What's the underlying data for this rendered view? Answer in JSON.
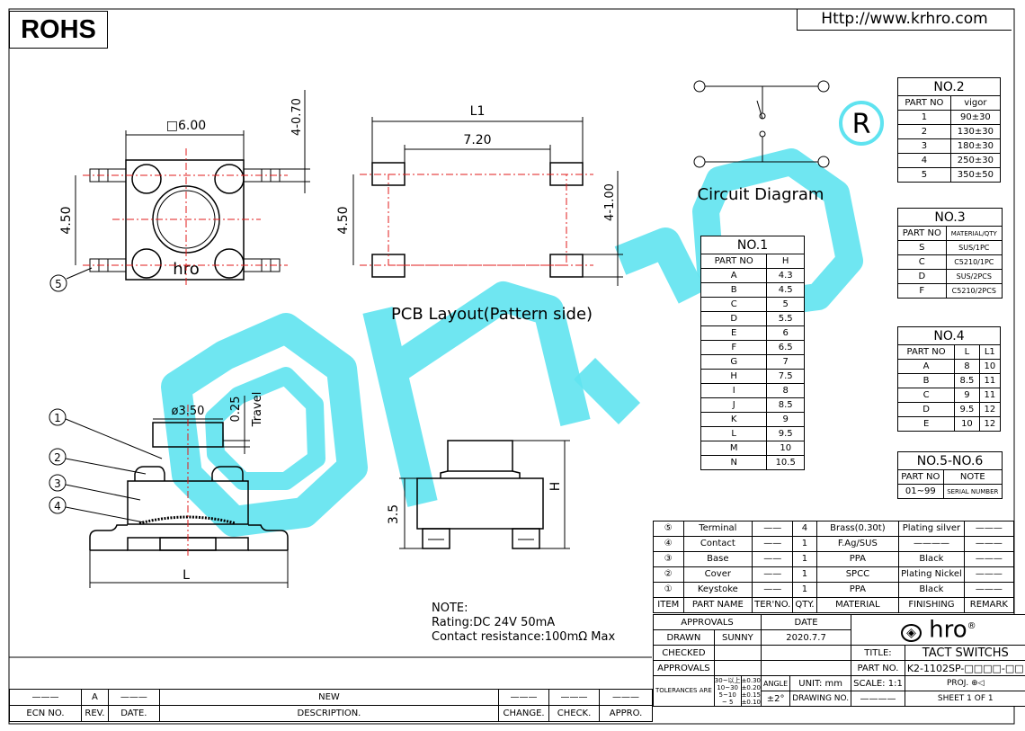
{
  "header": {
    "rohs": "ROHS",
    "url": "Http://www.krhro.com"
  },
  "dims": {
    "square": "□6.00",
    "h_070": "4-0.70",
    "w_450": "4.50",
    "w_450b": "4.50",
    "l1": "L1",
    "pitch": "7.20",
    "h_100": "4-1.00",
    "dia": "ø3.50",
    "h_025": "0.25",
    "travel": "Travel",
    "h_35": "3.5",
    "h": "H",
    "l": "L",
    "callout5": "5",
    "callouts": [
      "1",
      "2",
      "3",
      "4"
    ]
  },
  "captions": {
    "pcb": "PCB Layout(Pattern side)",
    "circuit": "Circuit Diagram",
    "logo_text": "hro",
    "reg": "®"
  },
  "note": {
    "title": "NOTE:",
    "rating": "Rating:DC 24V 50mA",
    "resistance": "Contact resistance:100mΩ Max"
  },
  "no1": {
    "title": "NO.1",
    "headers": [
      "PART NO",
      "H"
    ],
    "rows": [
      [
        "A",
        "4.3"
      ],
      [
        "B",
        "4.5"
      ],
      [
        "C",
        "5"
      ],
      [
        "D",
        "5.5"
      ],
      [
        "E",
        "6"
      ],
      [
        "F",
        "6.5"
      ],
      [
        "G",
        "7"
      ],
      [
        "H",
        "7.5"
      ],
      [
        "I",
        "8"
      ],
      [
        "J",
        "8.5"
      ],
      [
        "K",
        "9"
      ],
      [
        "L",
        "9.5"
      ],
      [
        "M",
        "10"
      ],
      [
        "N",
        "10.5"
      ]
    ]
  },
  "no2": {
    "title": "NO.2",
    "headers": [
      "PART NO",
      "vigor"
    ],
    "rows": [
      [
        "1",
        "90±30"
      ],
      [
        "2",
        "130±30"
      ],
      [
        "3",
        "180±30"
      ],
      [
        "4",
        "250±30"
      ],
      [
        "5",
        "350±50"
      ]
    ]
  },
  "no3": {
    "title": "NO.3",
    "headers": [
      "PART NO",
      "MATERIAL/QTY"
    ],
    "rows": [
      [
        "S",
        "SUS/1PC"
      ],
      [
        "C",
        "C5210/1PC"
      ],
      [
        "D",
        "SUS/2PCS"
      ],
      [
        "F",
        "C5210/2PCS"
      ]
    ]
  },
  "no4": {
    "title": "NO.4",
    "headers": [
      "PART NO",
      "L",
      "L1"
    ],
    "rows": [
      [
        "A",
        "8",
        "10"
      ],
      [
        "B",
        "8.5",
        "11"
      ],
      [
        "C",
        "9",
        "11"
      ],
      [
        "D",
        "9.5",
        "12"
      ],
      [
        "E",
        "10",
        "12"
      ]
    ]
  },
  "no56": {
    "title": "NO.5-NO.6",
    "headers": [
      "PART NO",
      "NOTE"
    ],
    "rows": [
      [
        "01~99",
        "SERIAL NUMBER"
      ]
    ]
  },
  "bom": {
    "rows": [
      [
        "⑤",
        "Terminal",
        "——",
        "4",
        "Brass(0.30t)",
        "Plating silver",
        "———"
      ],
      [
        "④",
        "Contact",
        "——",
        "1",
        "F.Ag/SUS",
        "————",
        "———"
      ],
      [
        "③",
        "Base",
        "——",
        "1",
        "PPA",
        "Black",
        "———"
      ],
      [
        "②",
        "Cover",
        "——",
        "1",
        "SPCC",
        "Plating Nickel",
        "———"
      ],
      [
        "①",
        "Keystoke",
        "——",
        "1",
        "PPA",
        "Black",
        "———"
      ]
    ],
    "headers": [
      "ITEM",
      "PART NAME",
      "TER'NO.",
      "QTY.",
      "MATERIAL",
      "FINISHING",
      "REMARK"
    ]
  },
  "title_block": {
    "approvals": "APPROVALS",
    "date_h": "DATE",
    "drawn": "DRAWN",
    "drawn_by": "SUNNY",
    "drawn_date": "2020.7.7",
    "checked": "CHECKED",
    "approvals2": "APPROVALS",
    "tolerances": "TOLERANCES ARE",
    "tol_ranges": [
      "30~以上",
      "10~30",
      "5~10",
      "~ 5"
    ],
    "tol_values": [
      "±0.30",
      "±0.20",
      "±0.15",
      "±0.10"
    ],
    "angle": "ANGLE",
    "angle_val": "±2°",
    "logo": "hro",
    "title_l": "TITLE:",
    "title": "TACT SWITCHS",
    "partno_l": "PART NO.",
    "partno": "K2-1102SP-□□□□-□□",
    "unit": "UNIT: mm",
    "scale_l": "SCALE:",
    "scale": "1:1",
    "proj": "PROJ.",
    "drawing_no": "DRAWING NO.",
    "drawing_no_val": "————",
    "sheet": "SHEET",
    "sheet_val": "1 OF 1"
  },
  "revision": {
    "row": [
      "———",
      "A",
      "———",
      "NEW",
      "———",
      "———",
      "———"
    ],
    "headers": [
      "ECN NO.",
      "REV.",
      "DATE.",
      "DESCRIPTION.",
      "CHANGE.",
      "CHECK.",
      "APPRO."
    ]
  },
  "colors": {
    "watermark": "#5fe3f0",
    "center_line": "#e21b1b",
    "border": "#000000"
  }
}
